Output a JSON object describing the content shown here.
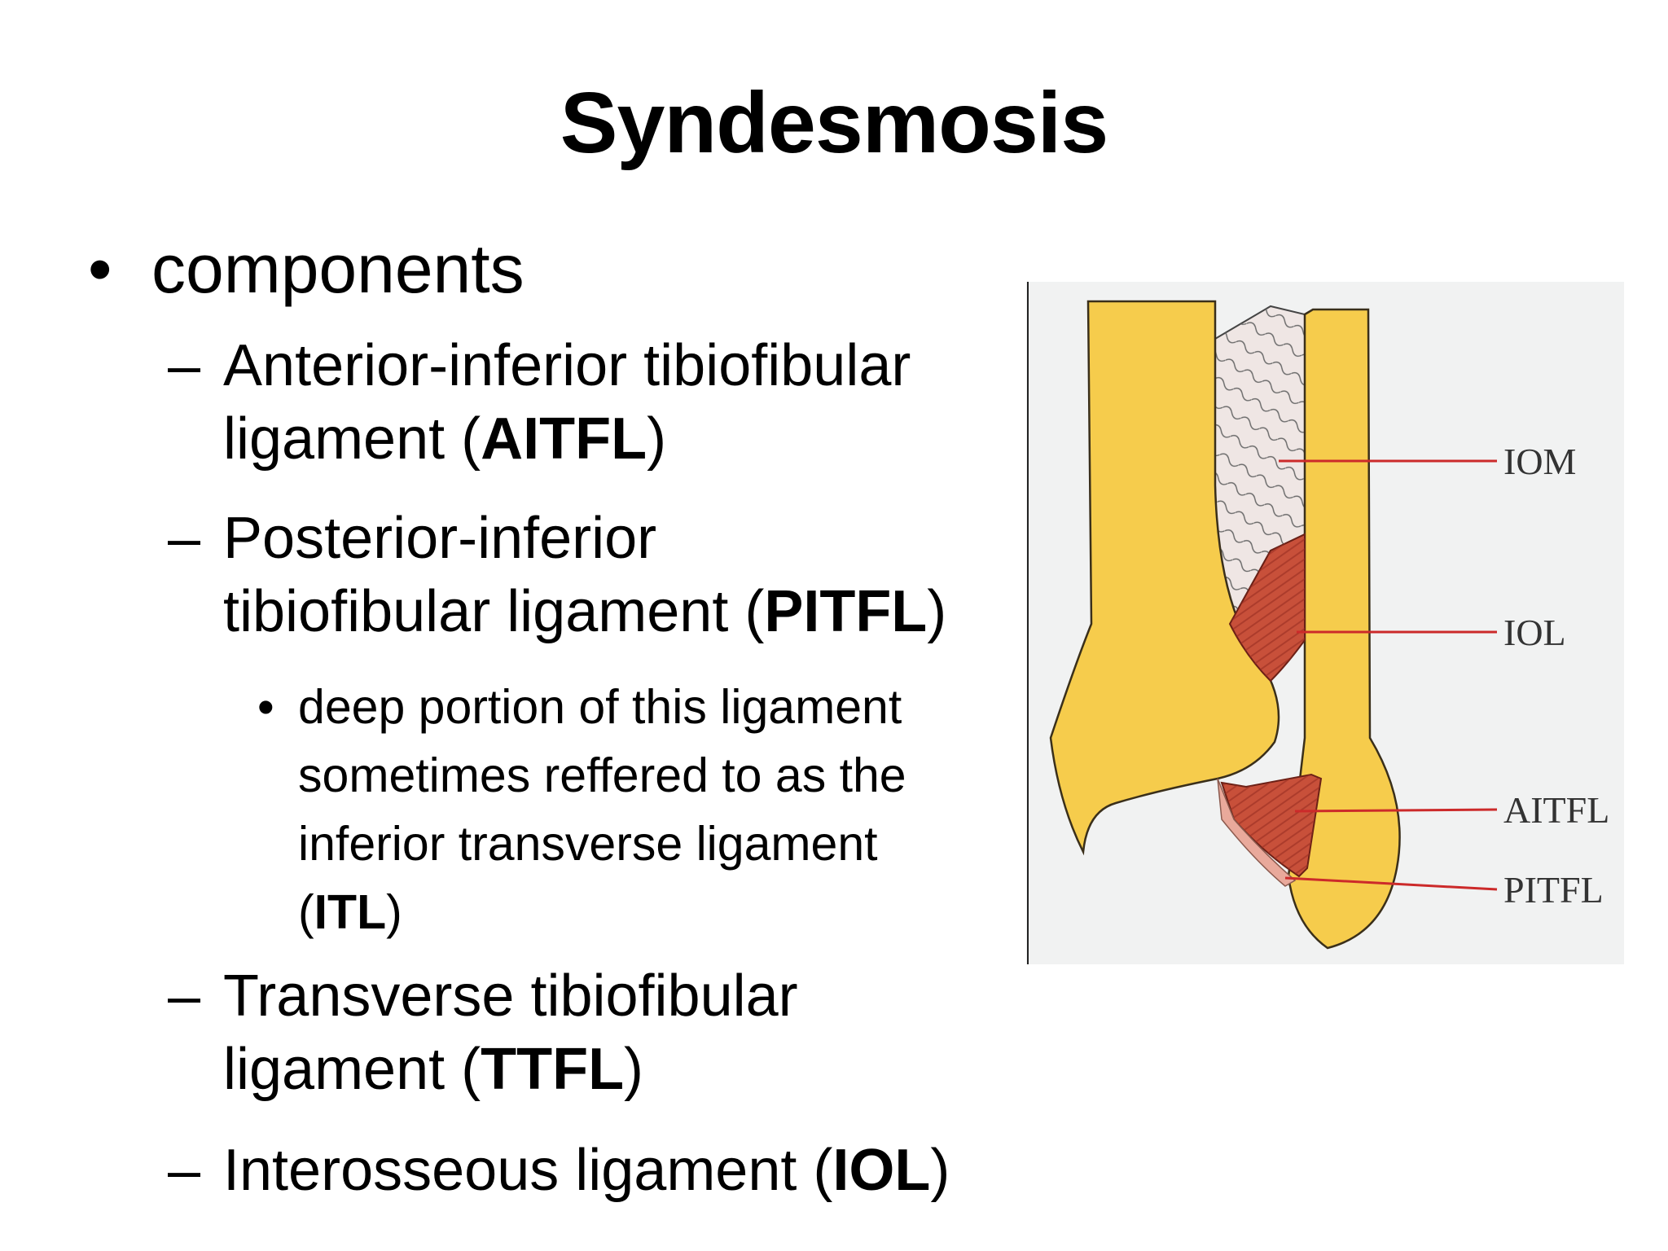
{
  "slide": {
    "title": "Syndesmosis",
    "bullet": "components",
    "items": [
      {
        "lines": [
          {
            "text": "Anterior-inferior tibiofibular"
          },
          {
            "pre": "ligament (",
            "bold": "AITFL",
            "post": ")"
          }
        ]
      },
      {
        "lines": [
          {
            "text": "Posterior-inferior"
          },
          {
            "pre": "tibiofibular ligament (",
            "bold": "PITFL",
            "post": ")"
          }
        ],
        "sub": {
          "lines": [
            {
              "text": "deep portion of this ligament"
            },
            {
              "text": "sometimes reffered to as the"
            },
            {
              "text": "inferior transverse ligament"
            },
            {
              "pre": "(",
              "bold": "ITL",
              "post": ")"
            }
          ]
        }
      },
      {
        "lines": [
          {
            "text": "Transverse tibiofibular"
          },
          {
            "pre": "ligament (",
            "bold": "TTFL",
            "post": ")"
          }
        ]
      },
      {
        "lines": [
          {
            "pre": "Interosseous ligament (",
            "bold": "IOL",
            "post": ")"
          }
        ]
      }
    ],
    "markers": {
      "bullet": "•",
      "dash": "–",
      "small_bullet": "•"
    }
  },
  "figure": {
    "labels": [
      "IOM",
      "IOL",
      "AITFL",
      "PITFL"
    ],
    "colors": {
      "bone": "#f6cc4c",
      "bone_edge": "#3a2f1a",
      "ligament": "#c8503a",
      "membrane_hatch": "#555555",
      "leader_line": "#cc2a2a",
      "panel_bg": "#f1f2f2"
    }
  }
}
